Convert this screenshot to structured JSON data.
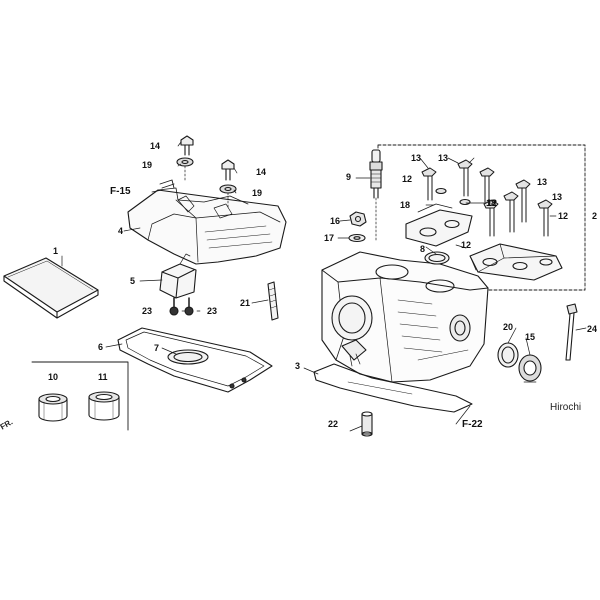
{
  "callouts": {
    "n1": "1",
    "n2": "2",
    "n3": "3",
    "n4": "4",
    "n5": "5",
    "n6": "6",
    "n7": "7",
    "n8": "8",
    "n9": "9",
    "n10": "10",
    "n11": "11",
    "n12a": "12",
    "n12b": "12",
    "n12c": "12",
    "n12d": "12",
    "n13a": "13",
    "n13b": "13",
    "n13c": "13",
    "n13d": "13",
    "n14a": "14",
    "n14b": "14",
    "n15": "15",
    "n16": "16",
    "n17": "17",
    "n18a": "18",
    "n18b": "18",
    "n19a": "19",
    "n19b": "19",
    "n20": "20",
    "n21": "21",
    "n22": "22",
    "n23a": "23",
    "n23b": "23",
    "n24": "24"
  },
  "references": {
    "f15": "F-15",
    "f22": "F-22"
  },
  "watermark": "Hirochi",
  "direction_mark": "FR."
}
